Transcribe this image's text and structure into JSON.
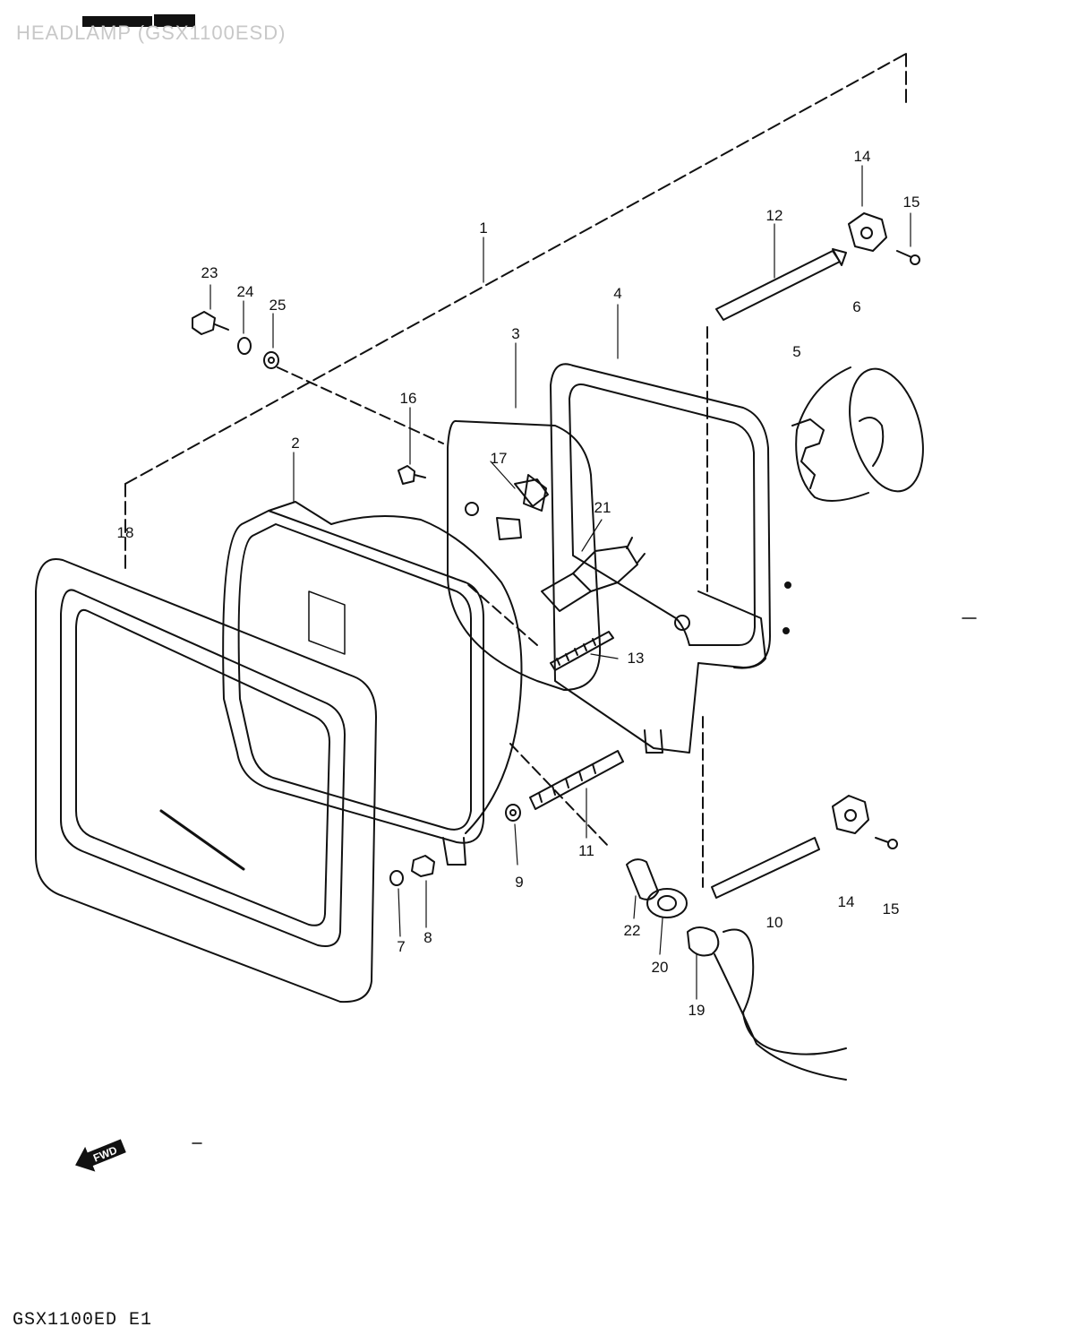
{
  "header": {
    "title": "HEADLAMP (GSX1100ESD)"
  },
  "footer": {
    "model_code": "GSX1100ED E1"
  },
  "fwd_arrow": {
    "label": "FWD",
    "icon": "forward-arrow-icon"
  },
  "parts": [
    {
      "number": "1"
    },
    {
      "number": "2"
    },
    {
      "number": "3"
    },
    {
      "number": "4"
    },
    {
      "number": "5"
    },
    {
      "number": "6"
    },
    {
      "number": "7"
    },
    {
      "number": "8"
    },
    {
      "number": "9"
    },
    {
      "number": "10"
    },
    {
      "number": "11"
    },
    {
      "number": "12"
    },
    {
      "number": "13"
    },
    {
      "number": "14"
    },
    {
      "number": "15"
    },
    {
      "number": "16"
    },
    {
      "number": "17"
    },
    {
      "number": "18"
    },
    {
      "number": "19"
    },
    {
      "number": "20"
    },
    {
      "number": "21"
    },
    {
      "number": "22"
    },
    {
      "number": "23"
    },
    {
      "number": "24"
    },
    {
      "number": "25"
    },
    {
      "number": "14"
    },
    {
      "number": "15"
    }
  ]
}
